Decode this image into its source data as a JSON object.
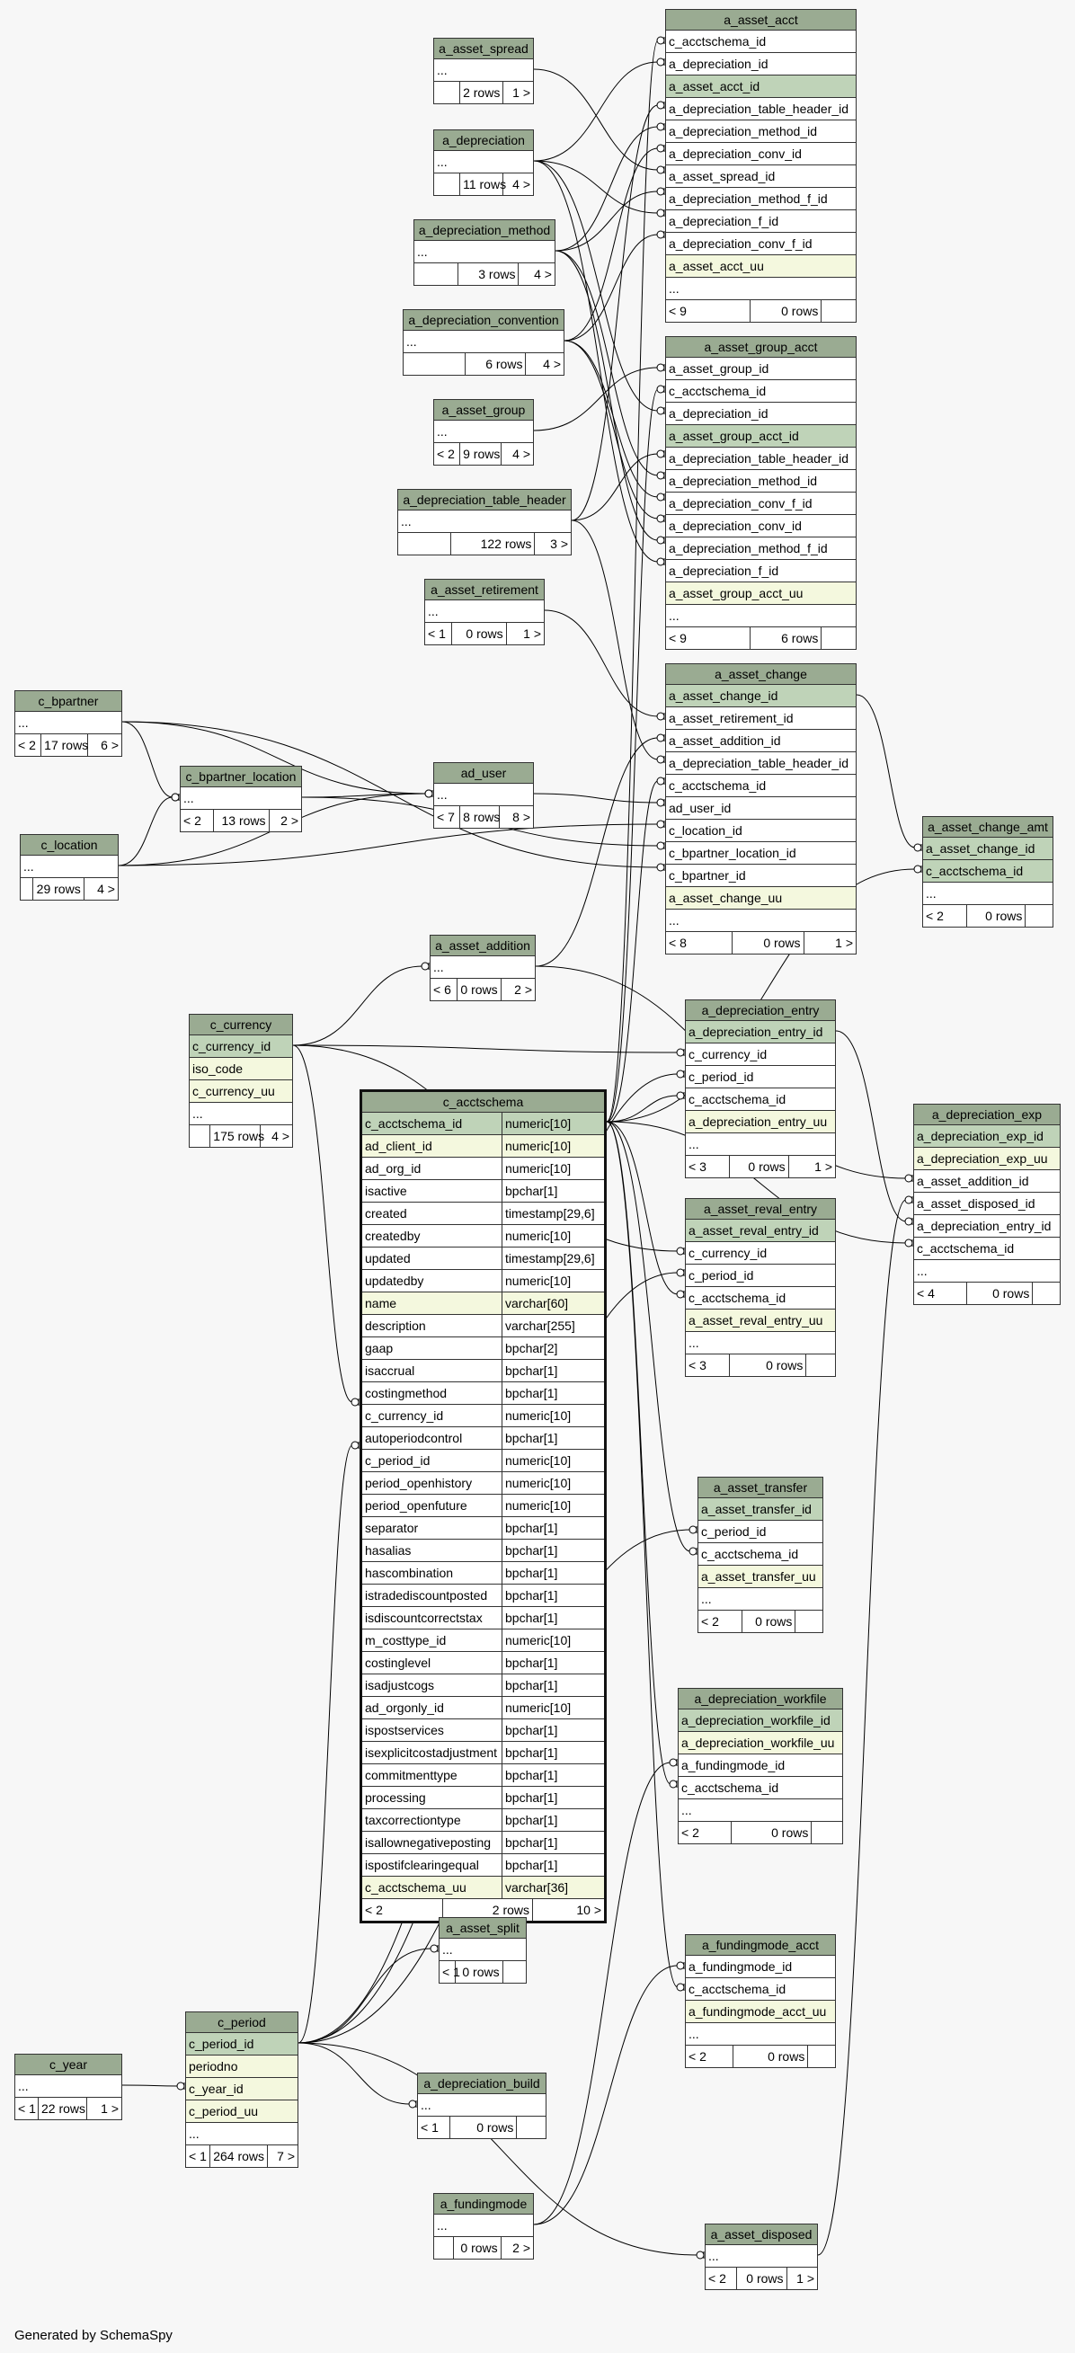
{
  "footer": "Generated by SchemaSpy",
  "colors": {
    "header": "#9aab92",
    "primary_key": "#bfd3b8",
    "unique_key": "#f4f8de",
    "background": "#f7f7f7"
  },
  "tables": {
    "a_asset_acct": {
      "name": "a_asset_acct",
      "rows": [
        [
          "c_acctschema_id",
          ""
        ],
        [
          "a_depreciation_id",
          ""
        ],
        [
          "a_asset_acct_id",
          "pk"
        ],
        [
          "a_depreciation_table_header_id",
          ""
        ],
        [
          "a_depreciation_method_id",
          ""
        ],
        [
          "a_depreciation_conv_id",
          ""
        ],
        [
          "a_asset_spread_id",
          ""
        ],
        [
          "a_depreciation_method_f_id",
          ""
        ],
        [
          "a_depreciation_f_id",
          ""
        ],
        [
          "a_depreciation_conv_f_id",
          ""
        ],
        [
          "a_asset_acct_uu",
          "uk"
        ],
        [
          "...",
          ""
        ]
      ],
      "footer": [
        "< 9",
        "0 rows",
        ""
      ]
    },
    "a_asset_spread": {
      "name": "a_asset_spread",
      "rows": [
        [
          "...",
          ""
        ]
      ],
      "footer": [
        "",
        "2 rows",
        "1 >"
      ]
    },
    "a_depreciation": {
      "name": "a_depreciation",
      "rows": [
        [
          "...",
          ""
        ]
      ],
      "footer": [
        "",
        "11 rows",
        "4 >"
      ]
    },
    "a_depreciation_method": {
      "name": "a_depreciation_method",
      "rows": [
        [
          "...",
          ""
        ]
      ],
      "footer": [
        "",
        "3 rows",
        "4 >"
      ]
    },
    "a_depreciation_convention": {
      "name": "a_depreciation_convention",
      "rows": [
        [
          "...",
          ""
        ]
      ],
      "footer": [
        "",
        "6 rows",
        "4 >"
      ]
    },
    "a_asset_group": {
      "name": "a_asset_group",
      "rows": [
        [
          "...",
          ""
        ]
      ],
      "footer": [
        "< 2",
        "9 rows",
        "4 >"
      ]
    },
    "a_depreciation_table_header": {
      "name": "a_depreciation_table_header",
      "rows": [
        [
          "...",
          ""
        ]
      ],
      "footer": [
        "",
        "122 rows",
        "3 >"
      ]
    },
    "a_asset_retirement": {
      "name": "a_asset_retirement",
      "rows": [
        [
          "...",
          ""
        ]
      ],
      "footer": [
        "< 1",
        "0 rows",
        "1 >"
      ]
    },
    "a_asset_group_acct": {
      "name": "a_asset_group_acct",
      "rows": [
        [
          "a_asset_group_id",
          ""
        ],
        [
          "c_acctschema_id",
          ""
        ],
        [
          "a_depreciation_id",
          ""
        ],
        [
          "a_asset_group_acct_id",
          "pk"
        ],
        [
          "a_depreciation_table_header_id",
          ""
        ],
        [
          "a_depreciation_method_id",
          ""
        ],
        [
          "a_depreciation_conv_f_id",
          ""
        ],
        [
          "a_depreciation_conv_id",
          ""
        ],
        [
          "a_depreciation_method_f_id",
          ""
        ],
        [
          "a_depreciation_f_id",
          ""
        ],
        [
          "a_asset_group_acct_uu",
          "uk"
        ],
        [
          "...",
          ""
        ]
      ],
      "footer": [
        "< 9",
        "6 rows",
        ""
      ]
    },
    "a_asset_change": {
      "name": "a_asset_change",
      "rows": [
        [
          "a_asset_change_id",
          "pk"
        ],
        [
          "a_asset_retirement_id",
          ""
        ],
        [
          "a_asset_addition_id",
          ""
        ],
        [
          "a_depreciation_table_header_id",
          ""
        ],
        [
          "c_acctschema_id",
          ""
        ],
        [
          "ad_user_id",
          ""
        ],
        [
          "c_location_id",
          ""
        ],
        [
          "c_bpartner_location_id",
          ""
        ],
        [
          "c_bpartner_id",
          ""
        ],
        [
          "a_asset_change_uu",
          "uk"
        ],
        [
          "...",
          ""
        ]
      ],
      "footer": [
        "< 8",
        "0 rows",
        "1 >"
      ]
    },
    "c_bpartner": {
      "name": "c_bpartner",
      "rows": [
        [
          "...",
          ""
        ]
      ],
      "footer": [
        "< 2",
        "17 rows",
        "6 >"
      ]
    },
    "c_bpartner_location": {
      "name": "c_bpartner_location",
      "rows": [
        [
          "...",
          ""
        ]
      ],
      "footer": [
        "< 2",
        "13 rows",
        "2 >"
      ]
    },
    "ad_user": {
      "name": "ad_user",
      "rows": [
        [
          "...",
          ""
        ]
      ],
      "footer": [
        "< 7",
        "8 rows",
        "8 >"
      ]
    },
    "c_location": {
      "name": "c_location",
      "rows": [
        [
          "...",
          ""
        ]
      ],
      "footer": [
        "",
        "29 rows",
        "4 >"
      ]
    },
    "a_asset_change_amt": {
      "name": "a_asset_change_amt",
      "rows": [
        [
          "a_asset_change_id",
          "pk"
        ],
        [
          "c_acctschema_id",
          "pk"
        ],
        [
          "...",
          ""
        ]
      ],
      "footer": [
        "< 2",
        "0 rows",
        ""
      ]
    },
    "a_asset_addition": {
      "name": "a_asset_addition",
      "rows": [
        [
          "...",
          ""
        ]
      ],
      "footer": [
        "< 6",
        "0 rows",
        "2 >"
      ]
    },
    "c_currency": {
      "name": "c_currency",
      "rows": [
        [
          "c_currency_id",
          "pk"
        ],
        [
          "iso_code",
          "uk"
        ],
        [
          "c_currency_uu",
          "uk"
        ],
        [
          "...",
          ""
        ]
      ],
      "footer": [
        "",
        "175 rows",
        "4 >"
      ]
    },
    "a_depreciation_entry": {
      "name": "a_depreciation_entry",
      "rows": [
        [
          "a_depreciation_entry_id",
          "pk"
        ],
        [
          "c_currency_id",
          ""
        ],
        [
          "c_period_id",
          ""
        ],
        [
          "c_acctschema_id",
          ""
        ],
        [
          "a_depreciation_entry_uu",
          "uk"
        ],
        [
          "...",
          ""
        ]
      ],
      "footer": [
        "< 3",
        "0 rows",
        "1 >"
      ]
    },
    "a_depreciation_exp": {
      "name": "a_depreciation_exp",
      "rows": [
        [
          "a_depreciation_exp_id",
          "pk"
        ],
        [
          "a_depreciation_exp_uu",
          "uk"
        ],
        [
          "a_asset_addition_id",
          ""
        ],
        [
          "a_asset_disposed_id",
          ""
        ],
        [
          "a_depreciation_entry_id",
          ""
        ],
        [
          "c_acctschema_id",
          ""
        ],
        [
          "...",
          ""
        ]
      ],
      "footer": [
        "< 4",
        "0 rows",
        ""
      ]
    },
    "c_acctschema": {
      "name": "c_acctschema",
      "rows": [
        [
          "c_acctschema_id",
          "numeric[10]",
          "pk"
        ],
        [
          "ad_client_id",
          "numeric[10]",
          "uk"
        ],
        [
          "ad_org_id",
          "numeric[10]",
          ""
        ],
        [
          "isactive",
          "bpchar[1]",
          ""
        ],
        [
          "created",
          "timestamp[29,6]",
          ""
        ],
        [
          "createdby",
          "numeric[10]",
          ""
        ],
        [
          "updated",
          "timestamp[29,6]",
          ""
        ],
        [
          "updatedby",
          "numeric[10]",
          ""
        ],
        [
          "name",
          "varchar[60]",
          "uk"
        ],
        [
          "description",
          "varchar[255]",
          ""
        ],
        [
          "gaap",
          "bpchar[2]",
          ""
        ],
        [
          "isaccrual",
          "bpchar[1]",
          ""
        ],
        [
          "costingmethod",
          "bpchar[1]",
          ""
        ],
        [
          "c_currency_id",
          "numeric[10]",
          ""
        ],
        [
          "autoperiodcontrol",
          "bpchar[1]",
          ""
        ],
        [
          "c_period_id",
          "numeric[10]",
          ""
        ],
        [
          "period_openhistory",
          "numeric[10]",
          ""
        ],
        [
          "period_openfuture",
          "numeric[10]",
          ""
        ],
        [
          "separator",
          "bpchar[1]",
          ""
        ],
        [
          "hasalias",
          "bpchar[1]",
          ""
        ],
        [
          "hascombination",
          "bpchar[1]",
          ""
        ],
        [
          "istradediscountposted",
          "bpchar[1]",
          ""
        ],
        [
          "isdiscountcorrectstax",
          "bpchar[1]",
          ""
        ],
        [
          "m_costtype_id",
          "numeric[10]",
          ""
        ],
        [
          "costinglevel",
          "bpchar[1]",
          ""
        ],
        [
          "isadjustcogs",
          "bpchar[1]",
          ""
        ],
        [
          "ad_orgonly_id",
          "numeric[10]",
          ""
        ],
        [
          "ispostservices",
          "bpchar[1]",
          ""
        ],
        [
          "isexplicitcostadjustment",
          "bpchar[1]",
          ""
        ],
        [
          "commitmenttype",
          "bpchar[1]",
          ""
        ],
        [
          "processing",
          "bpchar[1]",
          ""
        ],
        [
          "taxcorrectiontype",
          "bpchar[1]",
          ""
        ],
        [
          "isallownegativeposting",
          "bpchar[1]",
          ""
        ],
        [
          "ispostifclearingequal",
          "bpchar[1]",
          ""
        ],
        [
          "c_acctschema_uu",
          "varchar[36]",
          "uk"
        ]
      ],
      "footer": [
        "< 2",
        "2 rows",
        "10 >"
      ]
    },
    "a_asset_reval_entry": {
      "name": "a_asset_reval_entry",
      "rows": [
        [
          "a_asset_reval_entry_id",
          "pk"
        ],
        [
          "c_currency_id",
          ""
        ],
        [
          "c_period_id",
          ""
        ],
        [
          "c_acctschema_id",
          ""
        ],
        [
          "a_asset_reval_entry_uu",
          "uk"
        ],
        [
          "...",
          ""
        ]
      ],
      "footer": [
        "< 3",
        "0 rows",
        ""
      ]
    },
    "a_asset_transfer": {
      "name": "a_asset_transfer",
      "rows": [
        [
          "a_asset_transfer_id",
          "pk"
        ],
        [
          "c_period_id",
          ""
        ],
        [
          "c_acctschema_id",
          ""
        ],
        [
          "a_asset_transfer_uu",
          "uk"
        ],
        [
          "...",
          ""
        ]
      ],
      "footer": [
        "< 2",
        "0 rows",
        ""
      ]
    },
    "a_depreciation_workfile": {
      "name": "a_depreciation_workfile",
      "rows": [
        [
          "a_depreciation_workfile_id",
          "pk"
        ],
        [
          "a_depreciation_workfile_uu",
          "uk"
        ],
        [
          "a_fundingmode_id",
          ""
        ],
        [
          "c_acctschema_id",
          ""
        ],
        [
          "...",
          ""
        ]
      ],
      "footer": [
        "< 2",
        "0 rows",
        ""
      ]
    },
    "a_asset_split": {
      "name": "a_asset_split",
      "rows": [
        [
          "...",
          ""
        ]
      ],
      "footer": [
        "< 1",
        "0 rows",
        ""
      ]
    },
    "c_period": {
      "name": "c_period",
      "rows": [
        [
          "c_period_id",
          "pk"
        ],
        [
          "periodno",
          "uk"
        ],
        [
          "c_year_id",
          "uk"
        ],
        [
          "c_period_uu",
          "uk"
        ],
        [
          "...",
          ""
        ]
      ],
      "footer": [
        "< 1",
        "264 rows",
        "7 >"
      ]
    },
    "c_year": {
      "name": "c_year",
      "rows": [
        [
          "...",
          ""
        ]
      ],
      "footer": [
        "< 1",
        "22 rows",
        "1 >"
      ]
    },
    "a_depreciation_build": {
      "name": "a_depreciation_build",
      "rows": [
        [
          "...",
          ""
        ]
      ],
      "footer": [
        "< 1",
        "0 rows",
        ""
      ]
    },
    "a_fundingmode_acct": {
      "name": "a_fundingmode_acct",
      "rows": [
        [
          "a_fundingmode_id",
          ""
        ],
        [
          "c_acctschema_id",
          ""
        ],
        [
          "a_fundingmode_acct_uu",
          "uk"
        ],
        [
          "...",
          ""
        ]
      ],
      "footer": [
        "< 2",
        "0 rows",
        ""
      ]
    },
    "a_fundingmode": {
      "name": "a_fundingmode",
      "rows": [
        [
          "...",
          ""
        ]
      ],
      "footer": [
        "",
        "0 rows",
        "2 >"
      ]
    },
    "a_asset_disposed": {
      "name": "a_asset_disposed",
      "rows": [
        [
          "...",
          ""
        ]
      ],
      "footer": [
        "< 2",
        "0 rows",
        "1 >"
      ]
    }
  }
}
